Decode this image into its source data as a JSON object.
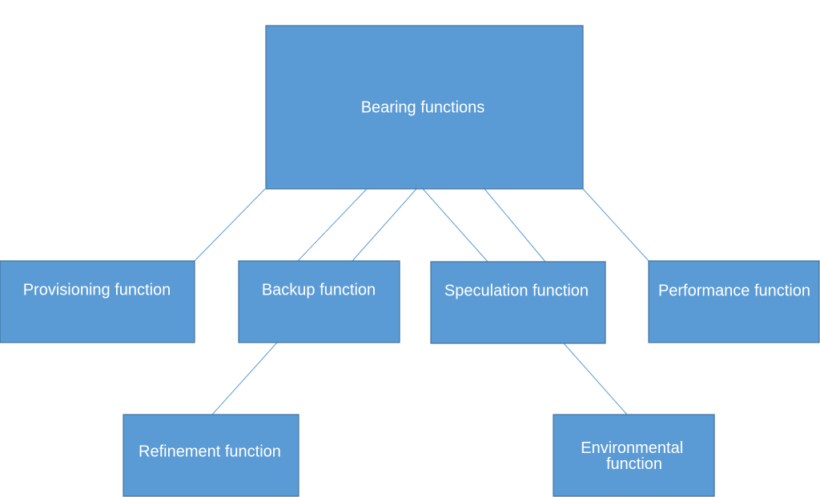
{
  "colors": {
    "box_fill": "#5b9bd5",
    "box_stroke": "#41719c",
    "line": "#5b9bd5",
    "text": "#ffffff"
  },
  "nodes": {
    "root": {
      "label": "Bearing functions"
    },
    "provisioning": {
      "label": "Provisioning function"
    },
    "backup": {
      "label": "Backup function"
    },
    "speculation": {
      "label": "Speculation function"
    },
    "performance": {
      "label": "Performance function"
    },
    "refinement": {
      "label": "Refinement function"
    },
    "environmental": {
      "label": "Environmental function",
      "lines": [
        "Environmental",
        "function"
      ]
    }
  },
  "edges": [
    {
      "from": "root",
      "to": "provisioning"
    },
    {
      "from": "root",
      "to": "backup"
    },
    {
      "from": "root",
      "to": "backup"
    },
    {
      "from": "root",
      "to": "speculation"
    },
    {
      "from": "root",
      "to": "speculation"
    },
    {
      "from": "root",
      "to": "performance"
    },
    {
      "from": "backup",
      "to": "refinement"
    },
    {
      "from": "speculation",
      "to": "environmental"
    }
  ]
}
